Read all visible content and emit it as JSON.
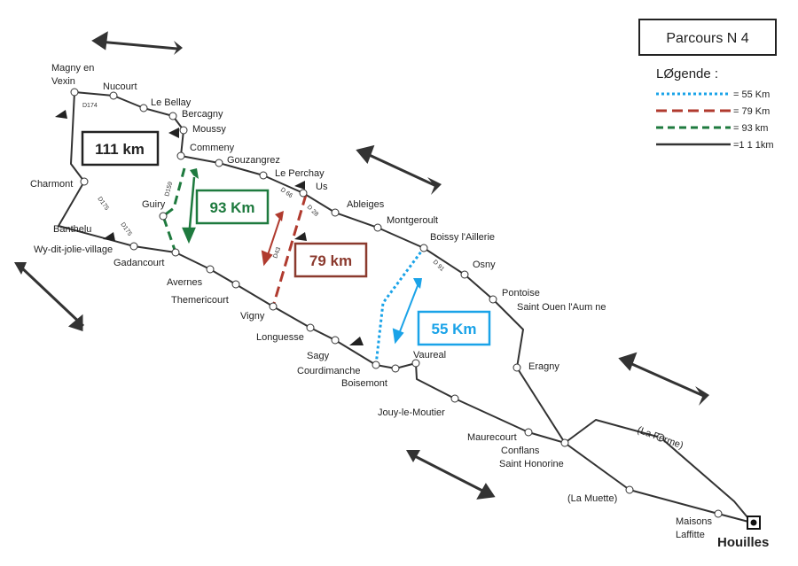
{
  "title": "Parcours N  4",
  "legend": {
    "heading": "LØgende :",
    "items": [
      {
        "label": "= 55 Km",
        "color": "#1aa3e8",
        "style": "dotted"
      },
      {
        "label": "= 79 Km",
        "color": "#c0392b",
        "style": "dashed"
      },
      {
        "label": "= 93 km",
        "color": "#1e7a3e",
        "style": "dashed"
      },
      {
        "label": "=1 1 1km",
        "color": "#333333",
        "style": "solid"
      }
    ]
  },
  "distance_boxes": {
    "d111": "111  km",
    "d93": "93 Km",
    "d79": "79 km",
    "d55": "55 Km"
  },
  "towns": {
    "magny": [
      "Magny en",
      "Vexin"
    ],
    "nucourt": "Nucourt",
    "lebellay": "Le Bellay",
    "bercagny": "Bercagny",
    "moussy": "Moussy",
    "commeny": "Commeny",
    "gouzangrez": "Gouzangrez",
    "leperchay": "Le Perchay",
    "us": "Us",
    "ableiges": "Ableiges",
    "montgeroult": "Montgeroult",
    "boissy": "Boissy l'Aillerie",
    "osny": "Osny",
    "pontoise": "Pontoise",
    "saintouen": "Saint Ouen l'Aum ne",
    "eragny": "Eragny",
    "charmont": "Charmont",
    "guiry": "Guiry",
    "banthelu": "Banthelu",
    "wy": "Wy-dit-jolie-village",
    "gadancourt": "Gadancourt",
    "avernes": "Avernes",
    "themericourt": "Themericourt",
    "vigny": "Vigny",
    "longuesse": "Longuesse",
    "sagy": "Sagy",
    "courdimanche": "Courdimanche",
    "boisemont": "Boisemont",
    "vaureal": "Vaureal",
    "jouy": "Jouy-le-Moutier",
    "maurecourt": "Maurecourt",
    "conflans": [
      "Conflans",
      "Saint Honorine"
    ],
    "laferme": "(La Ferme)",
    "lamuette": "(La Muette)",
    "maisons": [
      "Maisons",
      "Laffitte"
    ],
    "houilles": "Houilles"
  },
  "roads": {
    "d174": "D174",
    "d175a": "D175",
    "d175b": "D175",
    "d159": "D159",
    "d66": "D 66",
    "d28": "D 28",
    "d43": "D43",
    "d91": "D 91"
  }
}
